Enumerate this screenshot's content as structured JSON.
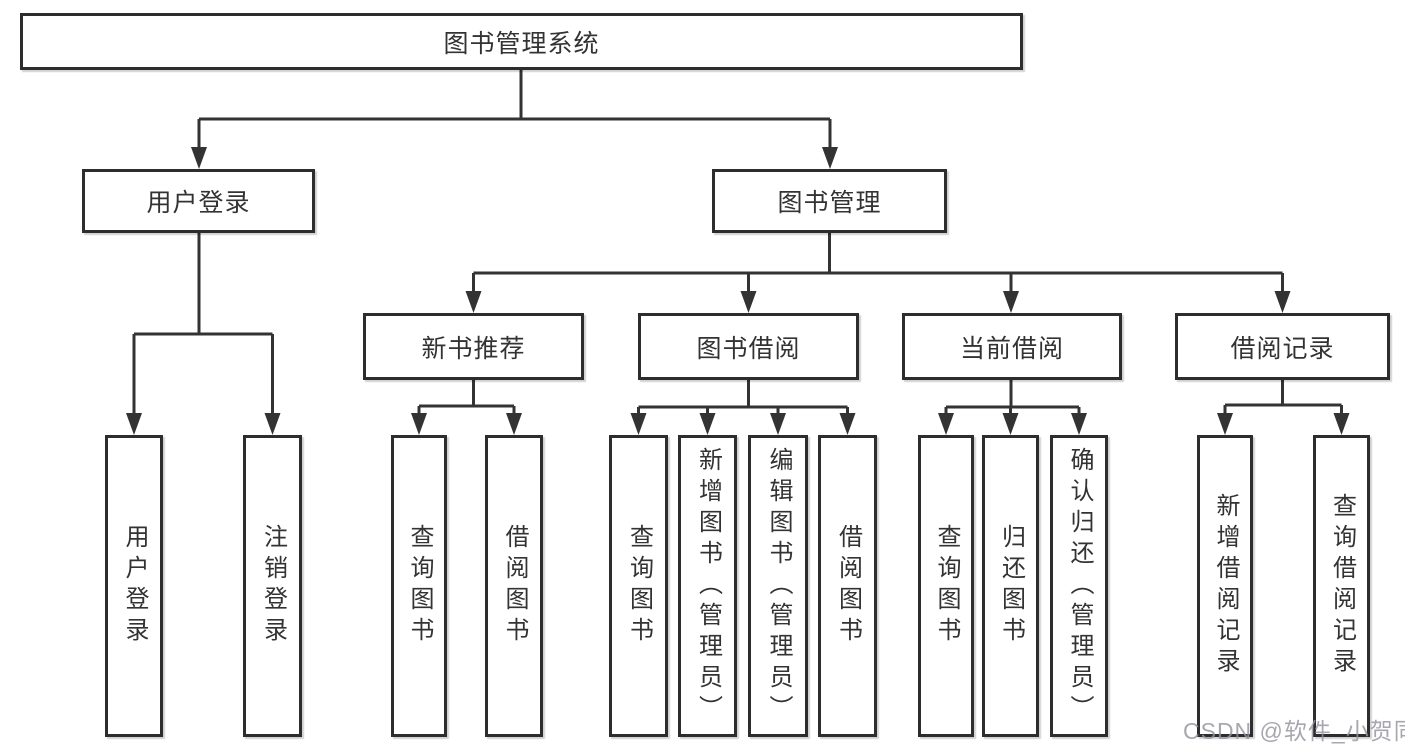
{
  "tree": {
    "label": "图书管理系统",
    "children": [
      {
        "label": "用户登录",
        "children": [
          {
            "label": "用户登录"
          },
          {
            "label": "注销登录"
          }
        ]
      },
      {
        "label": "图书管理",
        "children": [
          {
            "label": "新书推荐",
            "children": [
              {
                "label": "查询图书"
              },
              {
                "label": "借阅图书"
              }
            ]
          },
          {
            "label": "图书借阅",
            "children": [
              {
                "label": "查询图书"
              },
              {
                "label": "新增图书（管理员）"
              },
              {
                "label": "编辑图书（管理员）"
              },
              {
                "label": "借阅图书"
              }
            ]
          },
          {
            "label": "当前借阅",
            "children": [
              {
                "label": "查询图书"
              },
              {
                "label": "归还图书"
              },
              {
                "label": "确认归还（管理员）"
              }
            ]
          },
          {
            "label": "借阅记录",
            "children": [
              {
                "label": "新增借阅记录"
              },
              {
                "label": "查询借阅记录"
              }
            ]
          }
        ]
      }
    ]
  },
  "watermark": {
    "text": "CSDN @软件_小贺同学"
  },
  "colors": {
    "line": "#333333",
    "box_border": "#2d2d2d",
    "box_fill": "#ffffff",
    "text": "#333333",
    "watermark": "#94949e"
  }
}
